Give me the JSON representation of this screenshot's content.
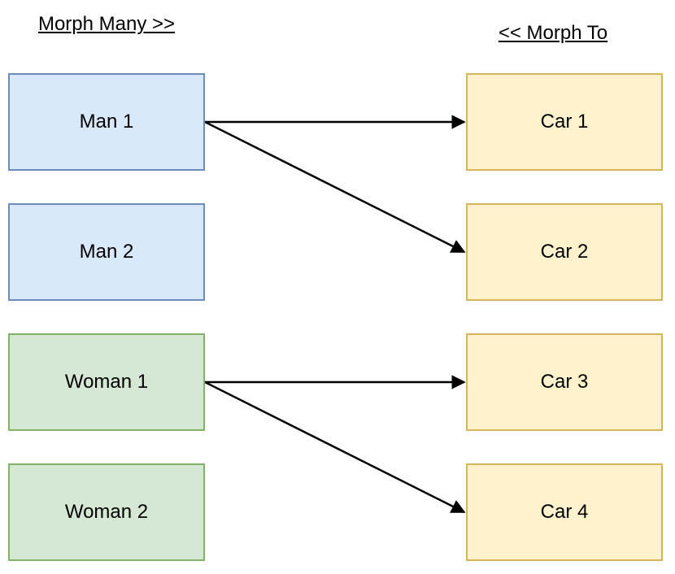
{
  "titles": {
    "left": "Morph Many >>",
    "right": "<< Morph To"
  },
  "nodes": {
    "man1": {
      "label": "Man 1"
    },
    "man2": {
      "label": "Man 2"
    },
    "woman1": {
      "label": "Woman 1"
    },
    "woman2": {
      "label": "Woman 2"
    },
    "car1": {
      "label": "Car 1"
    },
    "car2": {
      "label": "Car 2"
    },
    "car3": {
      "label": "Car 3"
    },
    "car4": {
      "label": "Car 4"
    }
  },
  "edges": [
    {
      "from": "man1",
      "to": "car1"
    },
    {
      "from": "man1",
      "to": "car2"
    },
    {
      "from": "woman1",
      "to": "car3"
    },
    {
      "from": "woman1",
      "to": "car4"
    }
  ],
  "colors": {
    "man_fill": "#dae8fc",
    "man_stroke": "#6c8ebf",
    "woman_fill": "#d5e8d4",
    "woman_stroke": "#82b366",
    "car_fill": "#fff2cc",
    "car_stroke": "#d6b656",
    "arrow": "#000000"
  }
}
